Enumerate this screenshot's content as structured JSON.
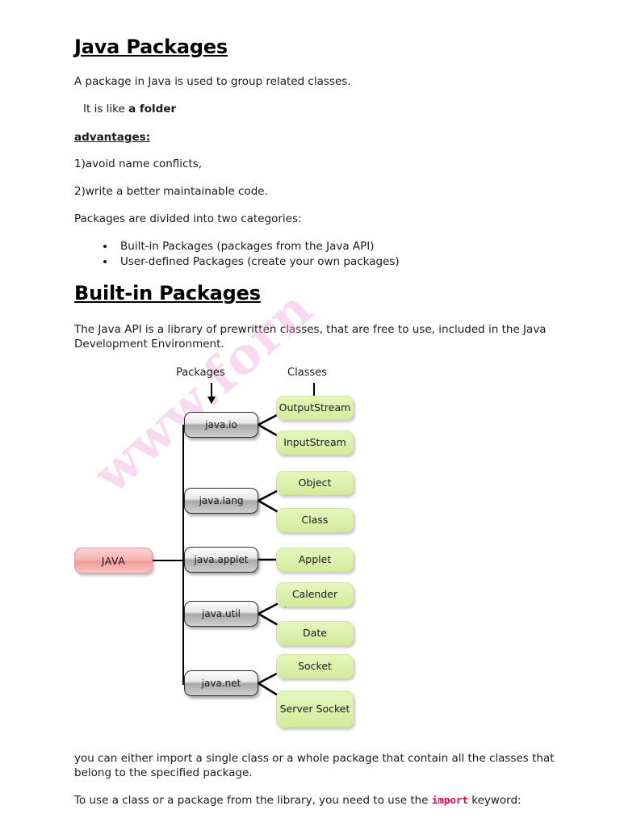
{
  "document": {
    "title": "Java Packages",
    "sections": [
      {
        "heading": "Java Packages",
        "paragraphs": [
          "A package in Java is used to group related classes.",
          "It is like a folder",
          "advantages:",
          "1)avoid name conflicts,",
          "2)write a better maintainable code.",
          "Packages are divided into two categories:"
        ],
        "folder_intro": "It is like ",
        "folder_bold": "a folder",
        "bullets": [
          "Built-in Packages (packages from the Java API)",
          "User-defined Packages (create your own packages)"
        ]
      },
      {
        "heading": "Built-in Packages",
        "intro": "The Java API is a library of prewritten classes, that are free to use, included in the Java Development Environment.",
        "outro": "you can either import a single class or a whole package that contain all the classes that belong to the specified package.",
        "closing_prefix": "To use a class or a package from the library, you need to use the ",
        "closing_keyword": "import",
        "closing_suffix": " keyword:"
      }
    ]
  },
  "diagram": {
    "column_labels": {
      "packages": "Packages",
      "classes": "Classes"
    },
    "root": {
      "label": "JAVA",
      "color": "#f7b4b4"
    },
    "package_color": "#d0d0d0",
    "class_color": "#dcf1ad",
    "watermark": "www.forn",
    "watermark_color": "#f0a6e0",
    "packages": [
      {
        "name": "java.io",
        "classes": [
          "OutputStream",
          "InputStream"
        ]
      },
      {
        "name": "java.lang",
        "classes": [
          "Object",
          "Class"
        ]
      },
      {
        "name": "java.applet",
        "classes": [
          "Applet"
        ]
      },
      {
        "name": "java.util",
        "classes": [
          "Calender",
          "Date"
        ]
      },
      {
        "name": "java.net",
        "classes": [
          "Socket",
          "Server Socket"
        ]
      }
    ],
    "class_nodes": [
      {
        "label": "OutputStream"
      },
      {
        "label": "InputStream"
      },
      {
        "label": "Object"
      },
      {
        "label": "Class"
      },
      {
        "label": "Applet"
      },
      {
        "label": "Calender"
      },
      {
        "label": "Date"
      },
      {
        "label": "Socket"
      },
      {
        "label": "Server Socket"
      }
    ]
  }
}
